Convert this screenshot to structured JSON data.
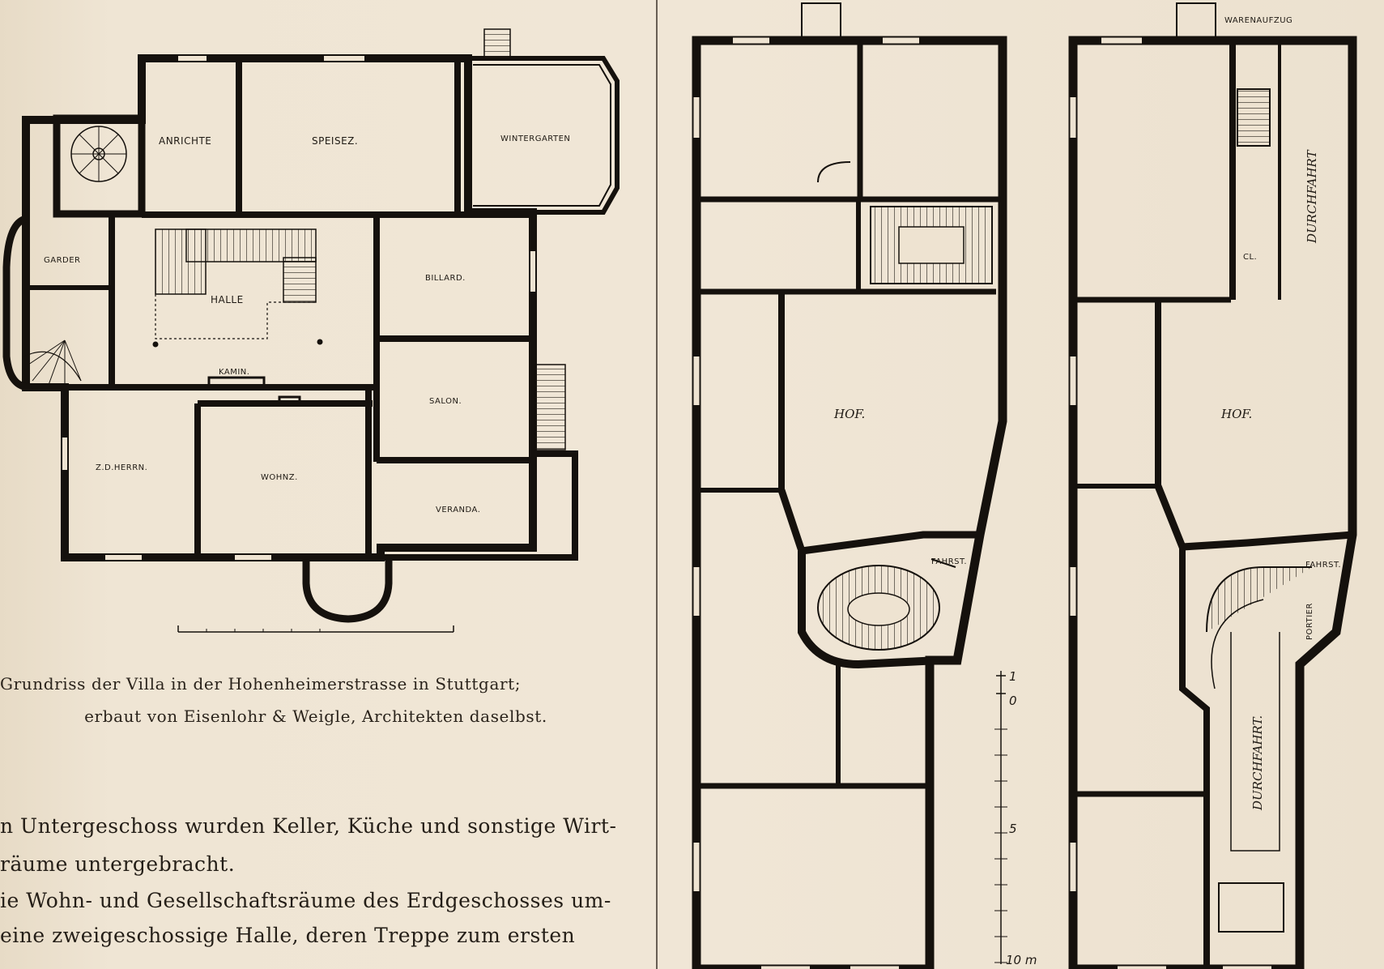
{
  "villa": {
    "rooms": {
      "anrichte": "ANRICHTE",
      "speisez": "SPEISEZ.",
      "wintergarten": "WINTERGARTEN",
      "garder": "GARDER",
      "halle": "HALLE",
      "billard": "BILLARD.",
      "kamin": "KAMIN.",
      "salon": "SALON.",
      "herrn": "Z.D.HERRN.",
      "wohnz": "WOHNZ.",
      "veranda": "VERANDA."
    },
    "caption_line1": "Grundriss der Villa in der Hohenheimerstrasse in Stuttgart;",
    "caption_line2": "erbaut von Eisenlohr & Weigle, Architekten daselbst."
  },
  "plan_mid": {
    "hof": "HOF.",
    "fahrst": "FAHRST."
  },
  "plan_right": {
    "warenaufzug": "WARENAUFZUG",
    "durchfahrt_top": "DURCHFAHRT",
    "cl": "CL.",
    "hof": "HOF.",
    "fahrst": "FAHRST.",
    "portier": "PORTIER",
    "durchfahrt_bottom": "DURCHFAHRT."
  },
  "scale_bar": {
    "labels": [
      "1",
      "0",
      "5",
      "10 m"
    ]
  },
  "body_text": {
    "line1": "n Untergeschoss wurden Keller, Küche und sonstige Wirt-",
    "line2": "räume untergebracht.",
    "line3": "ie Wohn- und Gesellschaftsräume des Erdgeschosses um-",
    "line4": "eine zweigeschossige Halle, deren Treppe zum ersten"
  }
}
